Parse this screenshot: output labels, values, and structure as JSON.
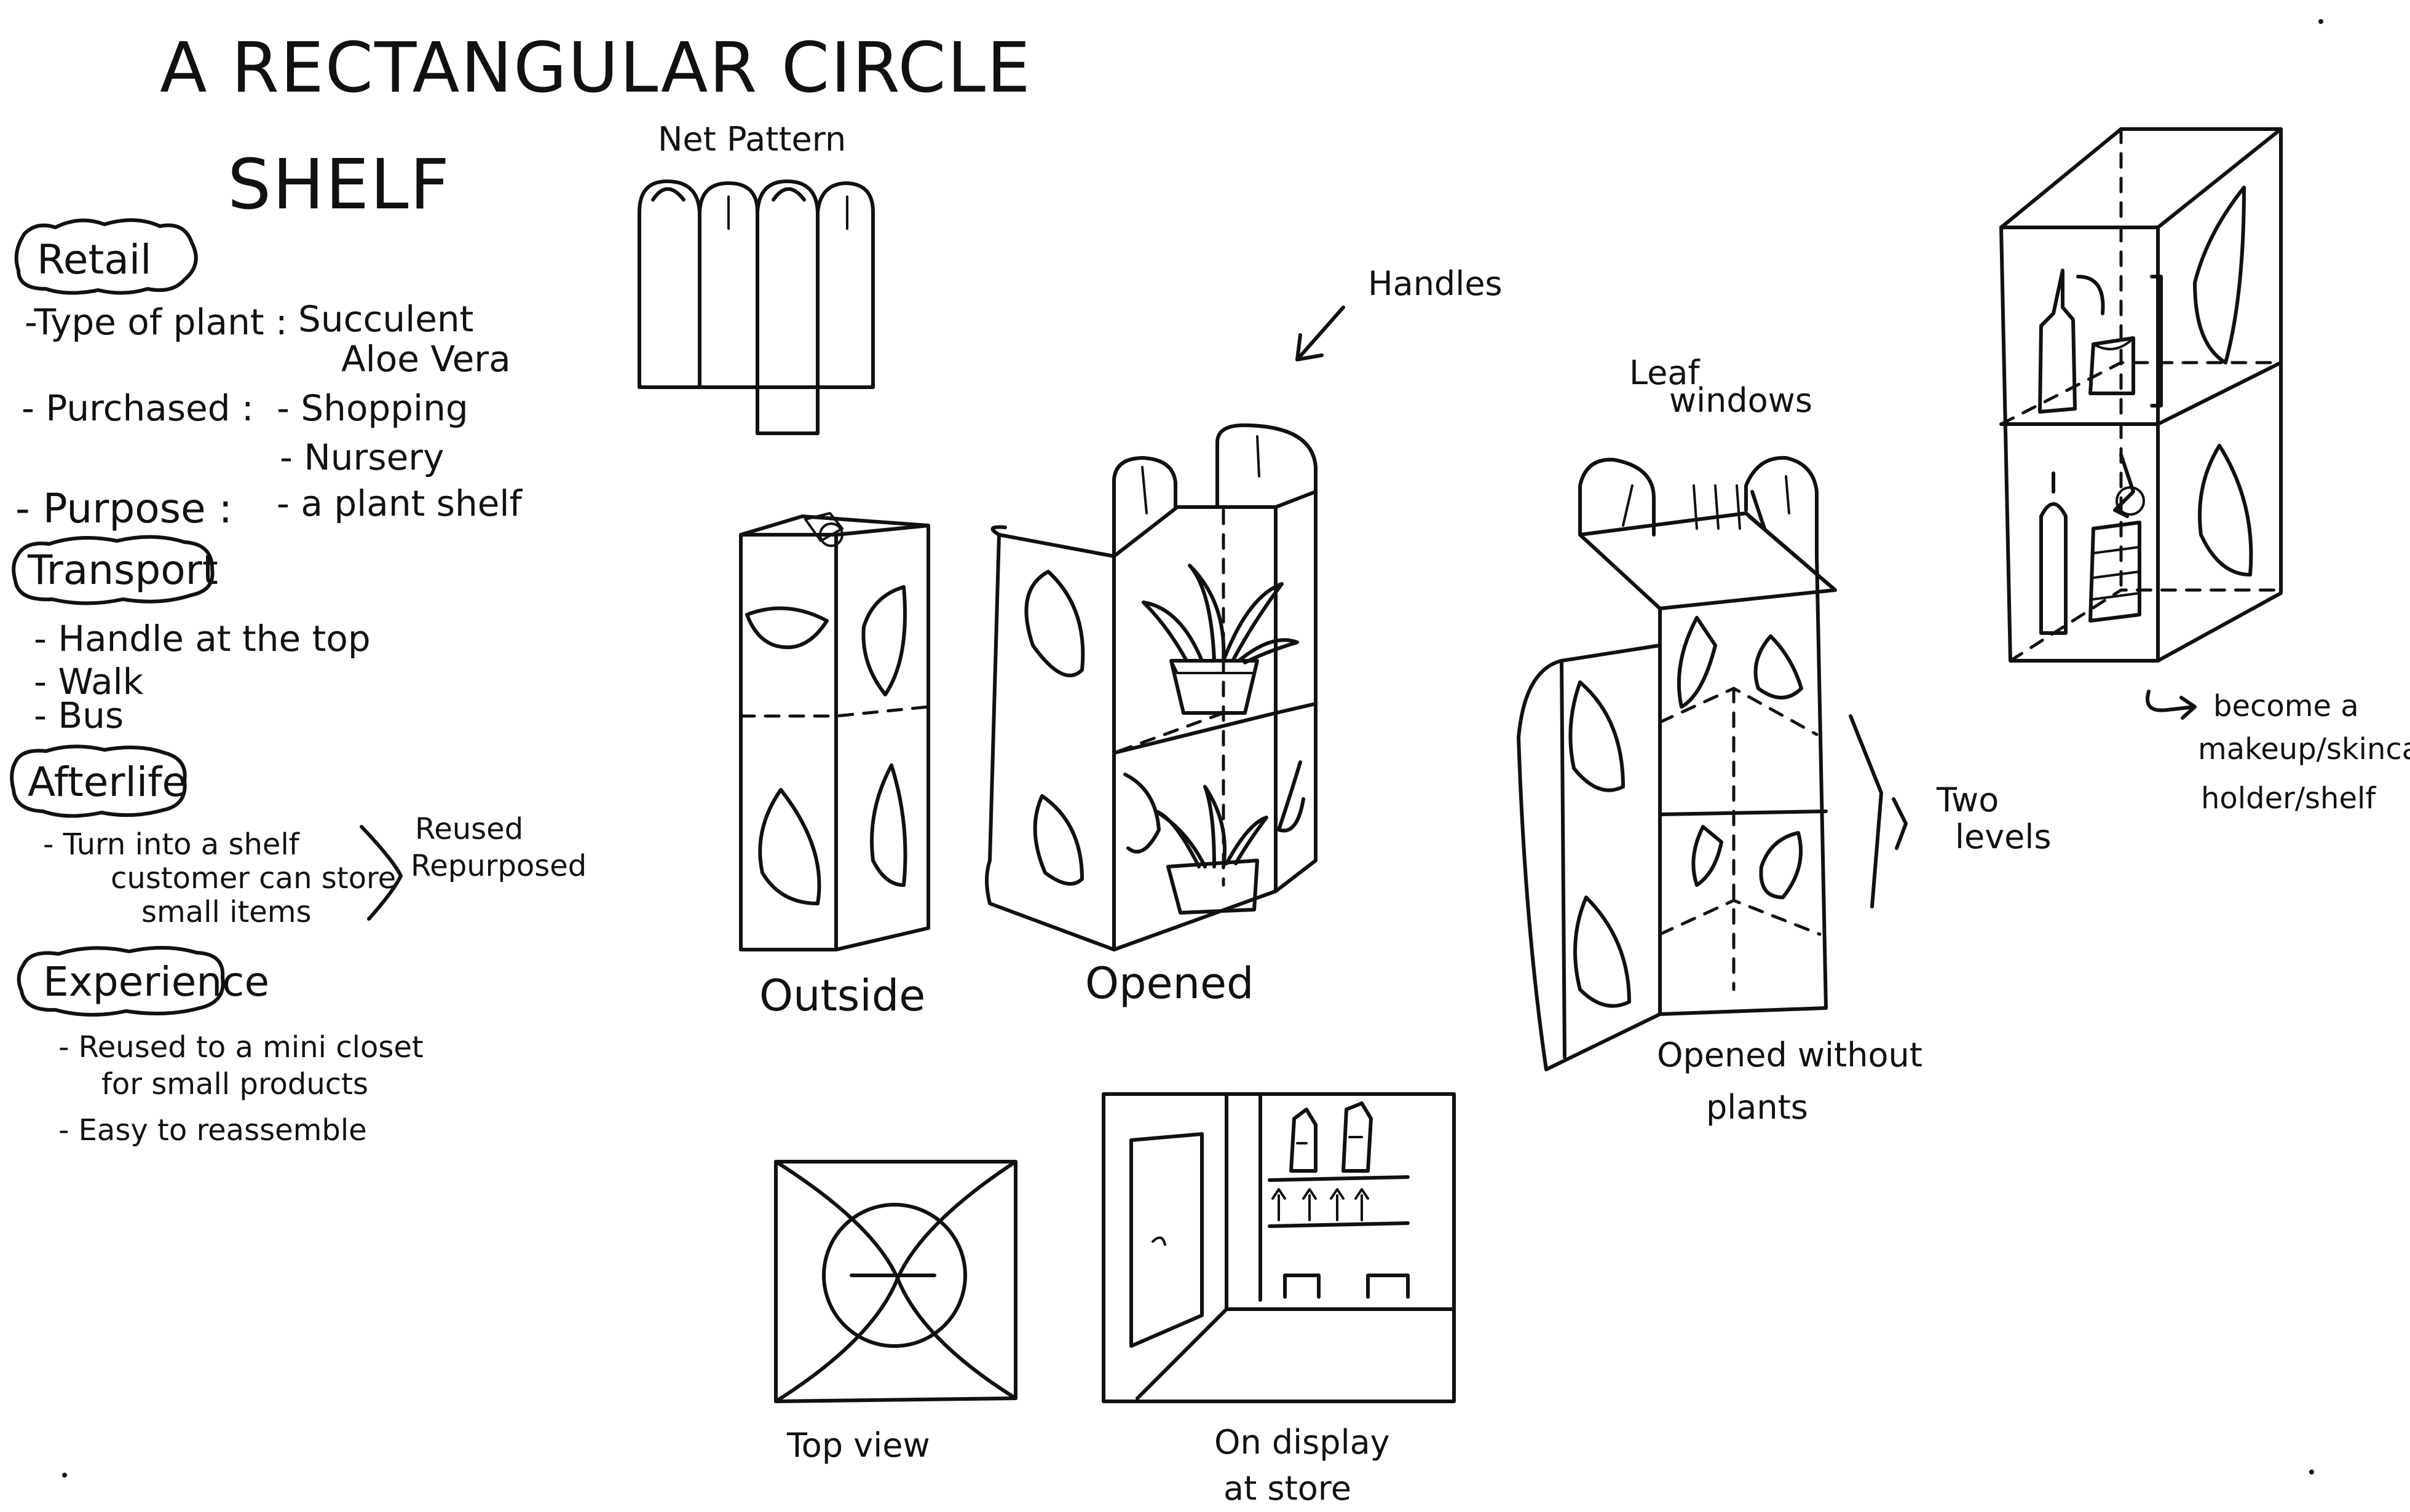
{
  "title": {
    "line1": "A RECTANGULAR CIRCLE",
    "line2": "SHELF"
  },
  "retail": {
    "heading": "Retail",
    "type_label": "-Type of plant :",
    "type_values": [
      "Succulent",
      "Aloe Vera"
    ],
    "purchased_label": "- Purchased :",
    "purchased_values": [
      "- Shopping",
      "- Nursery"
    ],
    "purpose_label": "- Purpose :",
    "purpose_value": "- a plant shelf"
  },
  "transport": {
    "heading": "Transport",
    "items": [
      "- Handle at the top",
      "- Walk",
      "- Bus"
    ]
  },
  "afterlife": {
    "heading": "Afterlife",
    "lines": [
      "- Turn into a shelf",
      "customer can store",
      "small items"
    ],
    "tags": [
      "Reused",
      "Repurposed"
    ]
  },
  "experience": {
    "heading": "Experience",
    "items": [
      "- Reused to a mini closet",
      "for small products",
      "- Easy to reassemble"
    ]
  },
  "labels": {
    "net_pattern": "Net Pattern",
    "handles": "Handles",
    "leaf_windows": [
      "Leaf",
      "windows"
    ],
    "outside": "Outside",
    "opened": "Opened",
    "opened_without": [
      "Opened without",
      "plants"
    ],
    "two_levels": [
      "Two",
      "levels"
    ],
    "become": [
      "become a",
      "makeup/skincare",
      "holder/shelf"
    ],
    "top_view": "Top view",
    "on_display": [
      "On display",
      "at store"
    ]
  },
  "colors": {
    "ink": "#111111",
    "paper": "#ffffff"
  }
}
